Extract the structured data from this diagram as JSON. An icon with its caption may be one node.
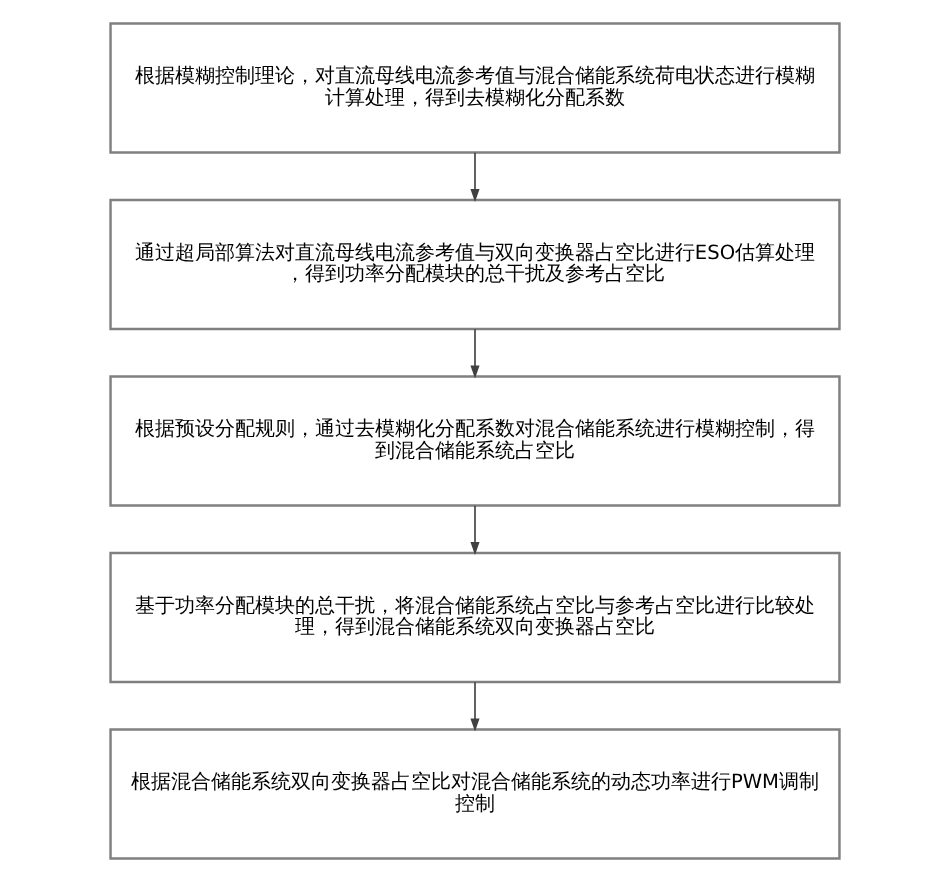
{
  "diagram": {
    "nodes": [
      {
        "text": [
          "根据模糊控制理论，对直流母线电流参考值与混合储能系统荷电状态进行模糊计算处理，得到去模糊化分配系数"
        ]
      },
      {
        "text": [
          "通过超局部算法对直流母线电流参考值与双向变换器占空比进行ESO估算处理，得到功率分配模块的总干扰及参考占空比"
        ]
      },
      {
        "text": [
          "根据预设分配规则，通过去模糊化分配系数对混合储能系统进行模糊控制，得到混合储能系统占空比"
        ]
      },
      {
        "text": [
          "基于功率分配模块的总干扰，将混合储能系统占空比与参考占空比进行比较处理，得到混合储能系统双向变换器占空比"
        ]
      },
      {
        "text": [
          "根据混合储能系统双向变换器占空比对混合储能系统的动态功率进行PWM调制控制"
        ]
      }
    ],
    "edges": [
      {
        "from": 0,
        "to": 1,
        "arrow": "to"
      },
      {
        "from": 1,
        "to": 2,
        "arrow": "to"
      },
      {
        "from": 2,
        "to": 3,
        "arrow": "to"
      },
      {
        "from": 3,
        "to": 4,
        "arrow": "to"
      }
    ]
  }
}
